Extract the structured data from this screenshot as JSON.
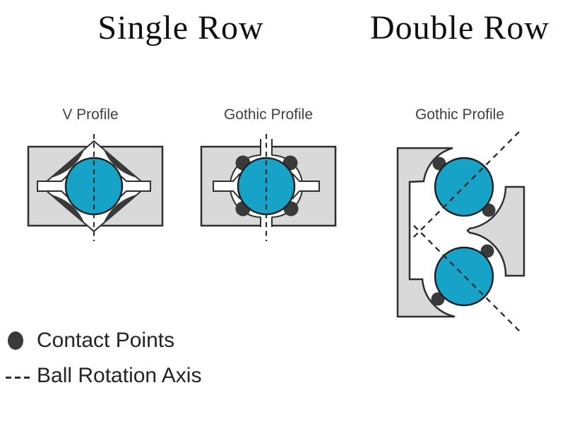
{
  "titles": {
    "single_row": "Single Row",
    "double_row": "Double Row"
  },
  "figures": [
    {
      "id": "v-profile",
      "label": "V Profile"
    },
    {
      "id": "gothic-profile-single",
      "label": "Gothic Profile"
    },
    {
      "id": "gothic-profile-double",
      "label": "Gothic Profile"
    }
  ],
  "legend": {
    "contact_points_label": "Contact Points",
    "ball_rotation_axis_label": "Ball Rotation Axis"
  },
  "colors": {
    "ball": "#17A3C7",
    "metal": "#D9D9D9",
    "outline": "#2E2E2E",
    "contact": "#3A3A3A",
    "title_ink": "#101010",
    "label_ink": "#3F3F3F",
    "legend_ink": "#242424",
    "background": "#FFFFFF"
  }
}
